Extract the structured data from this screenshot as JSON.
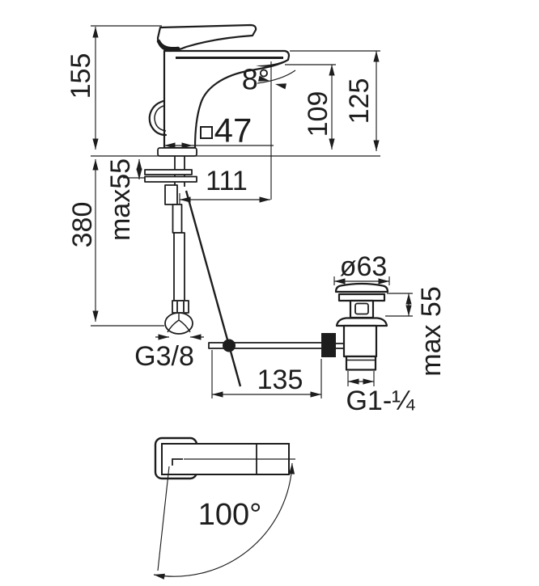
{
  "colors": {
    "background": "#ffffff",
    "ink": "#1d1d1d"
  },
  "side_view": {
    "height_above_deck": "155",
    "supply_length_below_deck": "380",
    "deck_thickness_max": "max55",
    "spout_reach": "111",
    "body_square_section": "47",
    "spout_angle": "8°",
    "aerator_height": "109",
    "overall_height": "125"
  },
  "drain_assembly": {
    "plug_diameter": "ø63",
    "mount_thickness_max": "max 55",
    "rod_horizontal_reach": "135",
    "waste_thread": "G1-¼",
    "supply_hose_thread": "G3/8"
  },
  "top_view": {
    "spout_swivel_angle": "100°"
  }
}
